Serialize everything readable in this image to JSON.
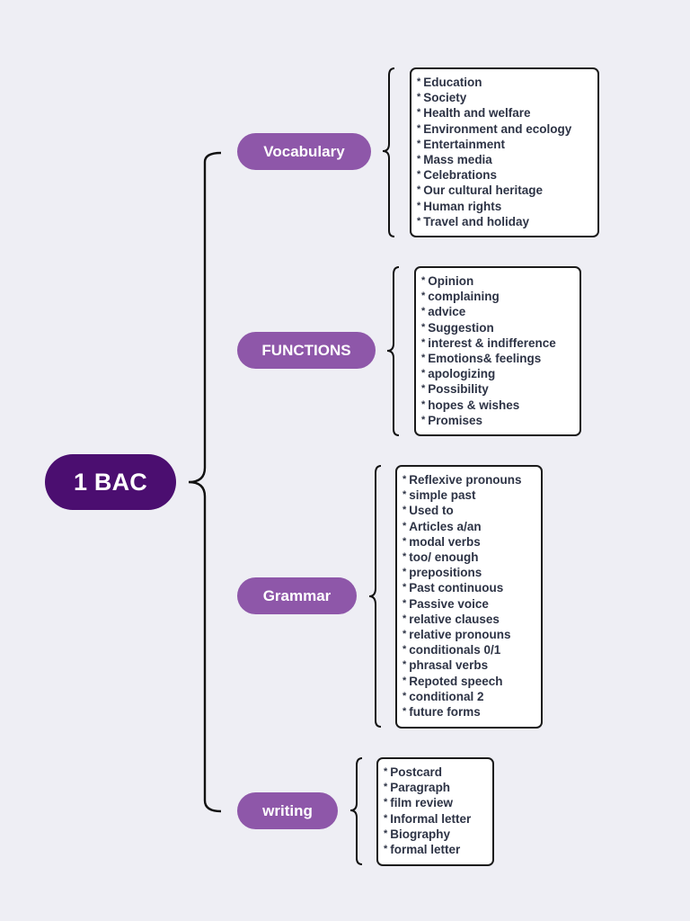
{
  "root": {
    "label": "1 BAC"
  },
  "branches": [
    {
      "label": "Vocabulary",
      "items": [
        "Education",
        "Society",
        "Health and welfare",
        "Environment and ecology",
        "Entertainment",
        "Mass media",
        "Celebrations",
        "Our cultural heritage",
        "Human rights",
        "Travel and holiday"
      ]
    },
    {
      "label": "FUNCTIONS",
      "items": [
        "Opinion",
        "complaining",
        "advice",
        "Suggestion",
        "interest & indifference",
        "Emotions& feelings",
        "apologizing",
        "Possibility",
        "hopes & wishes",
        "Promises"
      ]
    },
    {
      "label": "Grammar",
      "items": [
        "Reflexive pronouns",
        "simple past",
        "Used to",
        "Articles a/an",
        "modal verbs",
        "too/ enough",
        "prepositions",
        "Past continuous",
        "Passive voice",
        "relative clauses",
        "relative pronouns",
        "conditionals 0/1",
        "phrasal verbs",
        "Repoted speech",
        "conditional 2",
        "future forms"
      ]
    },
    {
      "label": "writing",
      "items": [
        "Postcard",
        "Paragraph",
        "film review",
        "Informal letter",
        "Biography",
        "formal letter"
      ]
    }
  ],
  "bullet": "*",
  "colors": {
    "background": "#eeeef4",
    "root": "#4b0e70",
    "branch": "#8e57a9",
    "text": "#2d3345",
    "line": "#111111"
  }
}
